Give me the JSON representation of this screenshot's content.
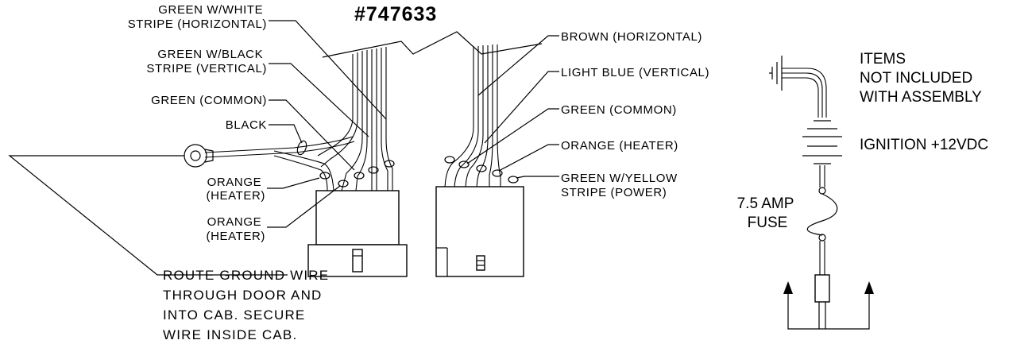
{
  "title": "#747633",
  "left_labels": [
    [
      "GREEN W/WHITE",
      "STRIPE (HORIZONTAL)"
    ],
    [
      "GREEN W/BLACK",
      "STRIPE (VERTICAL)"
    ],
    [
      "GREEN (COMMON)"
    ],
    [
      "BLACK"
    ],
    [
      "ORANGE",
      "(HEATER)"
    ],
    [
      "ORANGE",
      "(HEATER)"
    ]
  ],
  "right_labels": [
    [
      "BROWN (HORIZONTAL)"
    ],
    [
      "LIGHT BLUE (VERTICAL)"
    ],
    [
      "GREEN (COMMON)"
    ],
    [
      "ORANGE (HEATER)"
    ],
    [
      "GREEN W/YELLOW",
      "STRIPE (POWER)"
    ]
  ],
  "ground_note": [
    "ROUTE GROUND WIRE",
    "THROUGH DOOR AND",
    "INTO CAB. SECURE",
    "WIRE INSIDE CAB."
  ],
  "items_note": [
    "ITEMS",
    "NOT INCLUDED",
    "WITH ASSEMBLY"
  ],
  "ignition_label": "IGNITION +12VDC",
  "fuse_label": [
    "7.5 AMP",
    "FUSE"
  ],
  "icons": [
    "ground-symbol-icon",
    "ignition-switch-icon",
    "fuse-icon",
    "ring-terminal-icon",
    "connector-plug-icon",
    "arrow-up-icon"
  ]
}
